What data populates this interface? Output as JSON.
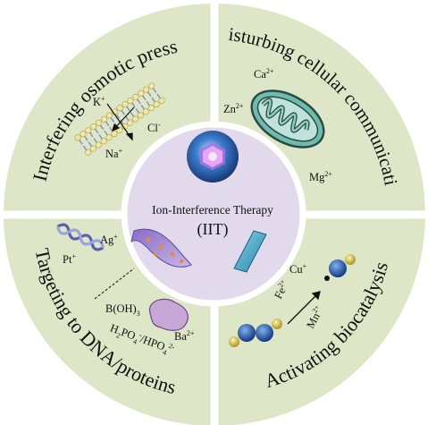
{
  "center": {
    "title": "Ion-Interference Therapy",
    "abbr": "(IIT)"
  },
  "quadrants": {
    "top_left": {
      "title": "Interfering osmotic press",
      "ions": [
        "K+",
        "Cl-",
        "Na+"
      ]
    },
    "top_right": {
      "title": "Disturbing cellular communication",
      "ions": [
        "Ca2+",
        "Zn2+",
        "Mg2+"
      ]
    },
    "bottom_left": {
      "title": "Targeting to DNA/proteins",
      "ions": [
        "Ag+",
        "Pt+",
        "B(OH)3",
        "Ba2+",
        "H2PO4-/HPO42-"
      ]
    },
    "bottom_right": {
      "title": "Activating biocatalysis",
      "ions": [
        "Fe2+",
        "Cu+",
        "Mn2+"
      ]
    }
  },
  "colors": {
    "quadrant_fill": "#dde6c6",
    "center_fill": "#e2d9ec",
    "divider": "#ffffff",
    "mitochondria": "#6fbcae",
    "membrane_heads": "#f1e7a6",
    "membrane_tails": "#7c84c6",
    "dna": "#5b5fb0",
    "protein": "#c8a6d6",
    "nanoparticle": "#2f5fa8",
    "molecule_o": "#1f4fa3",
    "molecule_h": "#d7c44a"
  }
}
